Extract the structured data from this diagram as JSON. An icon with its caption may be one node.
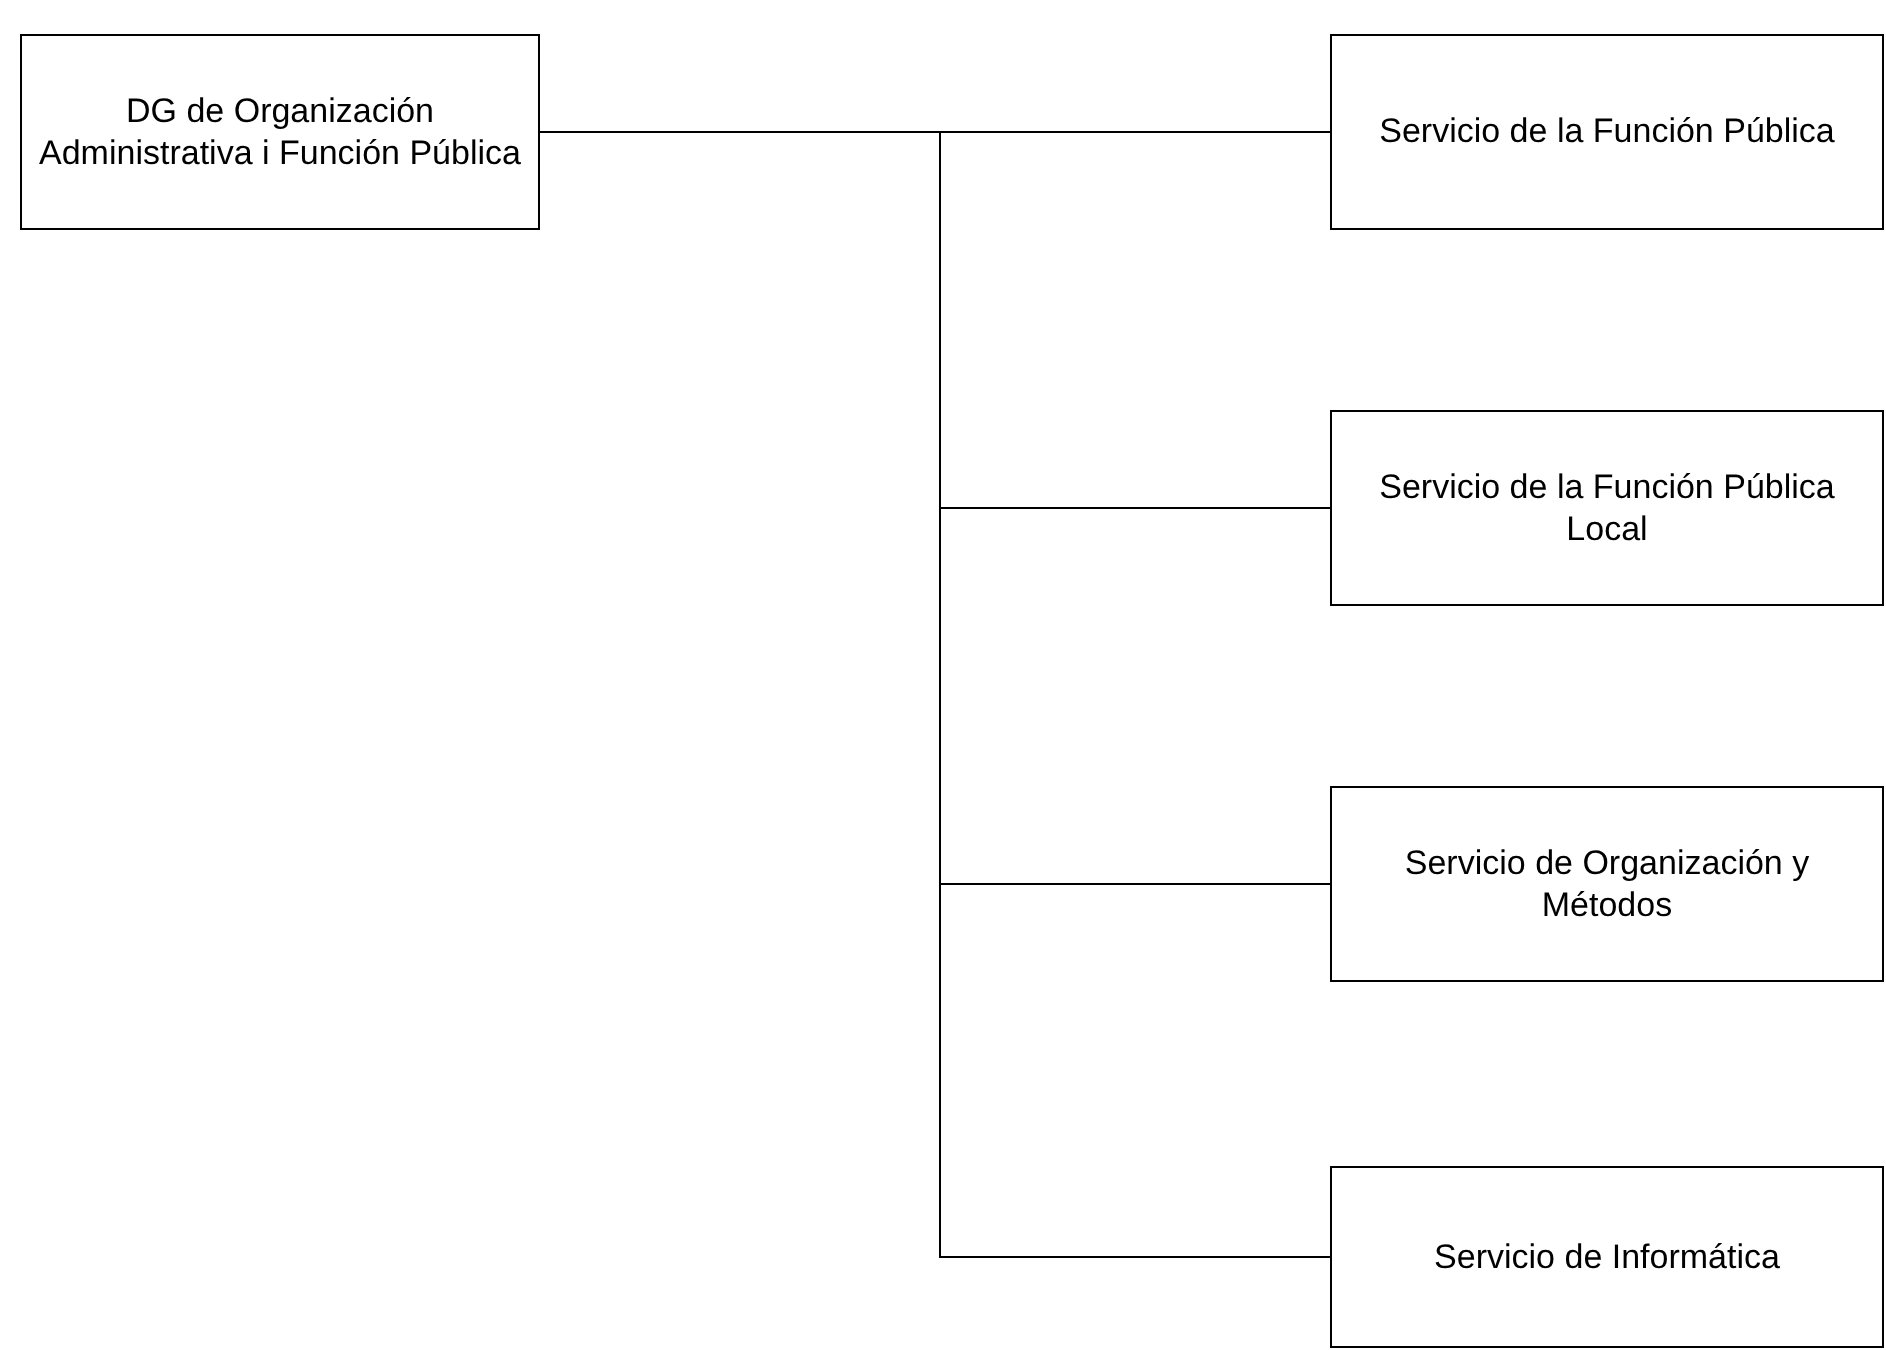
{
  "diagram": {
    "nodes": [
      {
        "text": [
          "DG de Organización Administrativa i Función Pública"
        ]
      },
      {
        "text": [
          "Servicio de la Función Pública"
        ]
      },
      {
        "text": [
          "Servicio de la Función Pública Local"
        ]
      },
      {
        "text": [
          "Servicio de Organización y Métodos"
        ]
      },
      {
        "text": [
          "Servicio de Informática"
        ]
      }
    ],
    "edges": [
      {
        "from": 0,
        "to": 1,
        "arrow": "none"
      },
      {
        "from": 0,
        "to": 2,
        "arrow": "none"
      },
      {
        "from": 0,
        "to": 3,
        "arrow": "none"
      },
      {
        "from": 0,
        "to": 4,
        "arrow": "none"
      }
    ]
  }
}
